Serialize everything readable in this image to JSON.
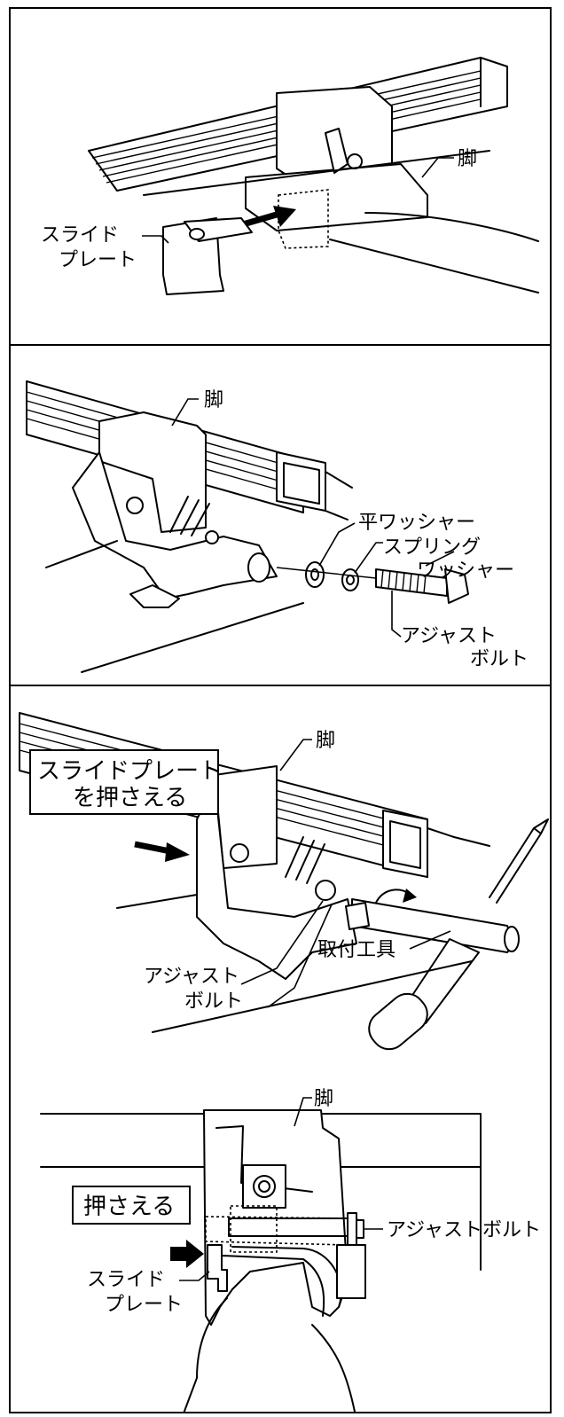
{
  "step1": {
    "label_leg": "脚",
    "label_slide_plate_line1": "スライド",
    "label_slide_plate_line2": "プレート"
  },
  "step2": {
    "label_leg": "脚",
    "label_flat_washer": "平ワッシャー",
    "label_spring_washer_line1": "スプリング",
    "label_spring_washer_line2": "ワッシャー",
    "label_adjust_bolt_line1": "アジャスト",
    "label_adjust_bolt_line2": "ボルト"
  },
  "step3": {
    "label_leg": "脚",
    "callout_line1": "スライドプレート",
    "callout_line2": "を押さえる",
    "label_mounting_tool": "取付工具",
    "label_adjust_bolt_line1": "アジャスト",
    "label_adjust_bolt_line2": "ボルト"
  },
  "step4": {
    "label_leg": "脚",
    "callout": "押さえる",
    "label_adjust_bolt": "アジャストボルト",
    "label_slide_plate_line1": "スライド",
    "label_slide_plate_line2": "プレート"
  },
  "colors": {
    "line": "#000000",
    "background": "#ffffff"
  }
}
